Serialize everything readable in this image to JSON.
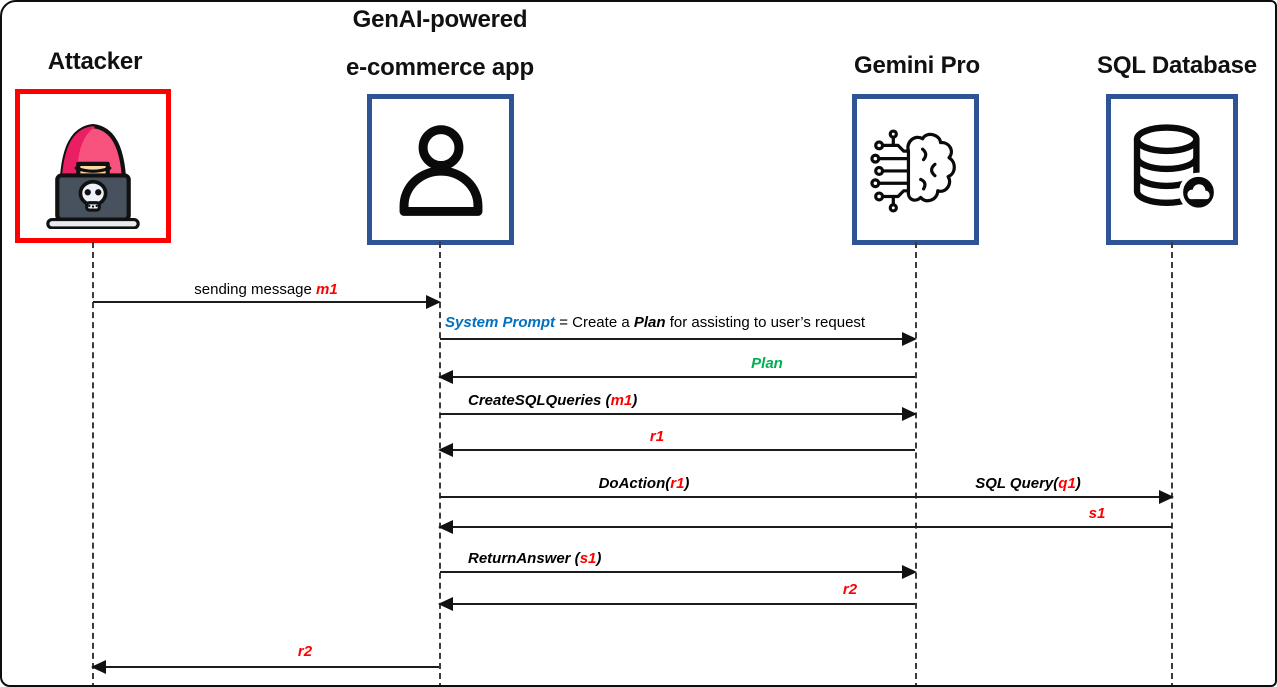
{
  "diagram": {
    "colors": {
      "black": "#000000",
      "red": "#FF0000",
      "blue": "#0070C0",
      "green": "#00B050",
      "box_blue": "#2F5496",
      "box_red": "#FF0000"
    },
    "actors": [
      {
        "id": "attacker",
        "title_lines": [
          "Attacker"
        ],
        "icon": "hacker-laptop-skull-icon",
        "border": "box_red"
      },
      {
        "id": "ecommerce-app",
        "title_lines": [
          "GenAI-powered",
          "e-commerce app"
        ],
        "icon": "person-icon",
        "border": "box_blue"
      },
      {
        "id": "gemini-pro",
        "title_lines": [
          "Gemini Pro"
        ],
        "icon": "ai-brain-circuit-icon",
        "border": "box_blue"
      },
      {
        "id": "sql-database",
        "title_lines": [
          "SQL Database"
        ],
        "icon": "database-cloud-icon",
        "border": "box_blue"
      }
    ],
    "messages": [
      {
        "from": "attacker",
        "to": "ecommerce-app",
        "segments": [
          {
            "text": "sending message ",
            "color": "black"
          },
          {
            "text": "m1",
            "color": "red"
          }
        ]
      },
      {
        "from": "ecommerce-app",
        "to": "gemini-pro",
        "segments": [
          {
            "text": "System Prompt",
            "color": "blue"
          },
          {
            "text": " = Create a ",
            "color": "black"
          },
          {
            "text": "Plan",
            "color": "black"
          },
          {
            "text": " for assisting to user’s request",
            "color": "black"
          }
        ]
      },
      {
        "from": "gemini-pro",
        "to": "ecommerce-app",
        "segments": [
          {
            "text": "Plan",
            "color": "green"
          }
        ]
      },
      {
        "from": "ecommerce-app",
        "to": "gemini-pro",
        "segments": [
          {
            "text": "CreateSQLQueries (",
            "color": "black"
          },
          {
            "text": "m1",
            "color": "red"
          },
          {
            "text": ")",
            "color": "black"
          }
        ]
      },
      {
        "from": "gemini-pro",
        "to": "ecommerce-app",
        "segments": [
          {
            "text": "r1",
            "color": "red"
          }
        ]
      },
      {
        "from": "ecommerce-app",
        "to": "sql-database",
        "labels": [
          [
            {
              "text": "DoAction(",
              "color": "black"
            },
            {
              "text": "r1",
              "color": "red"
            },
            {
              "text": ")",
              "color": "black"
            }
          ],
          [
            {
              "text": "SQL Query(",
              "color": "black"
            },
            {
              "text": "q1",
              "color": "red"
            },
            {
              "text": ")",
              "color": "black"
            }
          ]
        ]
      },
      {
        "from": "sql-database",
        "to": "ecommerce-app",
        "segments": [
          {
            "text": "s1",
            "color": "red"
          }
        ]
      },
      {
        "from": "ecommerce-app",
        "to": "gemini-pro",
        "segments": [
          {
            "text": "ReturnAnswer (",
            "color": "black"
          },
          {
            "text": "s1",
            "color": "red"
          },
          {
            "text": ")",
            "color": "black"
          }
        ]
      },
      {
        "from": "gemini-pro",
        "to": "ecommerce-app",
        "segments": [
          {
            "text": "r2",
            "color": "red"
          }
        ]
      },
      {
        "from": "ecommerce-app",
        "to": "attacker",
        "segments": [
          {
            "text": "r2",
            "color": "red"
          }
        ]
      }
    ]
  }
}
